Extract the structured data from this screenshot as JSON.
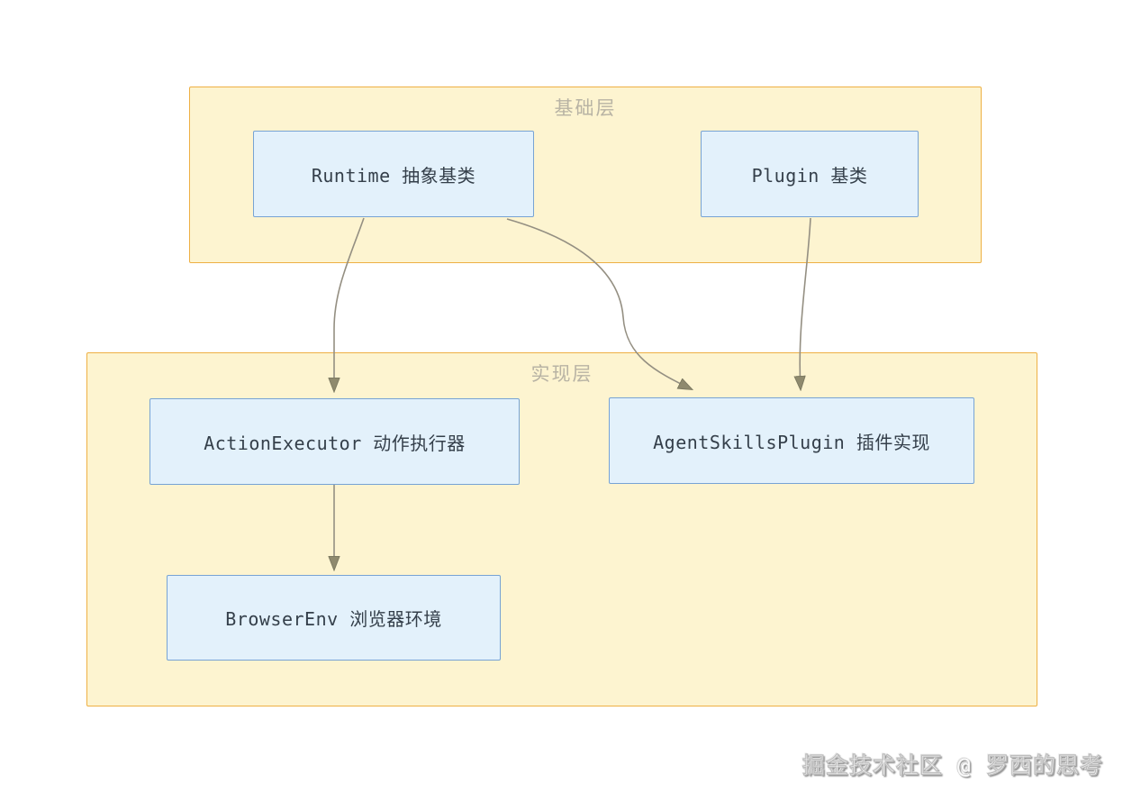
{
  "diagram": {
    "groups": [
      {
        "id": "foundation_layer",
        "label": "基础层"
      },
      {
        "id": "implementation_layer",
        "label": "实现层"
      }
    ],
    "nodes": {
      "runtime_base": {
        "label": "Runtime 抽象基类",
        "group": "基础层"
      },
      "plugin_base": {
        "label": "Plugin 基类",
        "group": "基础层"
      },
      "action_executor": {
        "label": "ActionExecutor 动作执行器",
        "group": "实现层"
      },
      "agent_skills_plugin": {
        "label": "AgentSkillsPlugin 插件实现",
        "group": "实现层"
      },
      "browser_env": {
        "label": "BrowserEnv 浏览器环境",
        "group": "实现层"
      }
    },
    "edges": [
      {
        "from": "runtime_base",
        "to": "action_executor"
      },
      {
        "from": "runtime_base",
        "to": "agent_skills_plugin"
      },
      {
        "from": "plugin_base",
        "to": "agent_skills_plugin"
      },
      {
        "from": "action_executor",
        "to": "browser_env"
      }
    ],
    "colors": {
      "bg": "#ffffff",
      "group_fill": "#fdf4d0",
      "group_border": "#eeb044",
      "group_label": "#b8b3a4",
      "node_fill": "#e3f1fb",
      "node_border": "#77a3d4",
      "node_text": "#343f4a",
      "arrow": "#948f82",
      "arrowhead_fill": "#8f8a6e",
      "arrowhead_stroke": "#7d7a62"
    }
  },
  "watermark": {
    "text": "掘金技术社区 @ 罗西的思考"
  }
}
